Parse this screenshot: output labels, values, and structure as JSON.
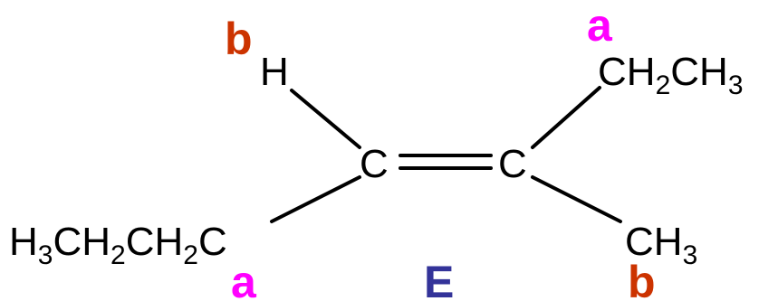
{
  "colors": {
    "priority_a": "#ff00ff",
    "priority_b": "#cc3300",
    "configuration": "#333399",
    "bond": "#000000"
  },
  "molecule": {
    "left_carbon": "C",
    "right_carbon": "C",
    "hydrogen": "H",
    "ethyl_group": {
      "main": "CH",
      "sub": "2",
      "tail": "CH",
      "sub2": "3"
    },
    "methyl_group": {
      "main": "CH",
      "sub": "3"
    },
    "propyl_chain": {
      "p1": "H",
      "s1": "3",
      "p2": "CH",
      "s2": "2",
      "p3": "CH",
      "s3": "2",
      "p4": "C"
    }
  },
  "priority_labels": {
    "left_top": "b",
    "left_bottom": "a",
    "right_top": "a",
    "right_bottom": "b"
  },
  "configuration": "E"
}
